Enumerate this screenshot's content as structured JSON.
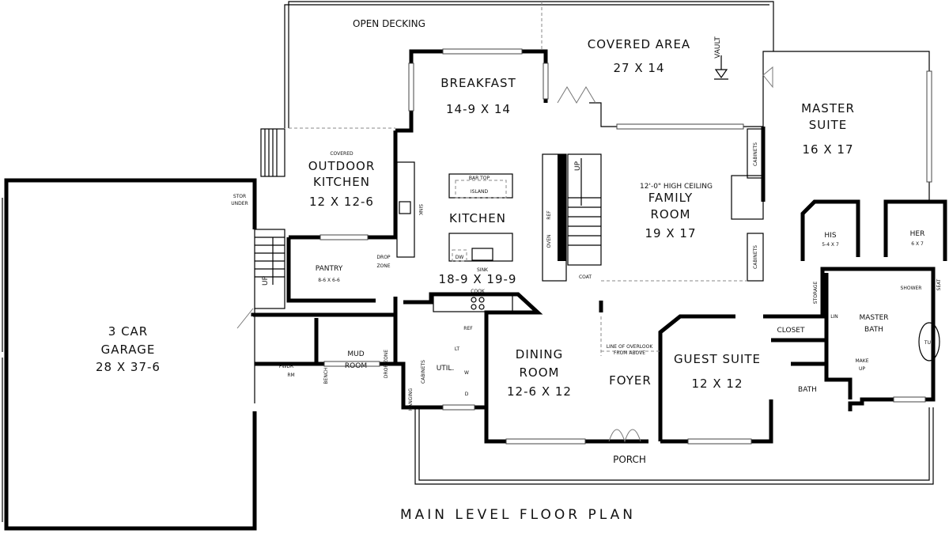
{
  "plan_title": "MAIN LEVEL FLOOR PLAN",
  "rooms": {
    "open_decking": {
      "name": "OPEN DECKING"
    },
    "covered_area": {
      "name": "COVERED AREA",
      "size": "27 X 14",
      "note": "VAULT"
    },
    "breakfast": {
      "name": "BREAKFAST",
      "size": "14-9 X 14"
    },
    "outdoor_kitchen": {
      "line1": "COVERED",
      "line2": "OUTDOOR",
      "line3": "KITCHEN",
      "size": "12 X 12-6"
    },
    "kitchen": {
      "name": "KITCHEN",
      "size": "18-9 X 19-9",
      "bar_top": "BAR TOP",
      "island": "ISLAND",
      "sink": "SINK",
      "dw": "DW",
      "cook": "COOK",
      "outdoor_sink": "SINK"
    },
    "family_room": {
      "note": "12'-0\" HIGH CEILING",
      "line1": "FAMILY",
      "line2": "ROOM",
      "size": "19 X 17",
      "cabinets1": "CABINETS",
      "cabinets2": "CABINETS"
    },
    "master_suite": {
      "line1": "MASTER",
      "line2": "SUITE",
      "size": "16 X 17"
    },
    "his_closet": {
      "name": "HIS",
      "size": "5-4 X 7"
    },
    "her_closet": {
      "name": "HER",
      "size": "6 X 7"
    },
    "master_bath": {
      "line1": "MASTER",
      "line2": "BATH",
      "shower": "SHOWER",
      "seat": "SEAT",
      "tub": "TUB",
      "lin": "LIN",
      "makeup1": "MAKE",
      "makeup2": "UP",
      "storage": "STORAGE"
    },
    "guest_suite": {
      "name": "GUEST SUITE",
      "size": "12 X 12",
      "closet": "CLOSET",
      "bath": "BATH"
    },
    "garage": {
      "line1": "3 CAR",
      "line2": "GARAGE",
      "size": "28 X 37-6"
    },
    "stor_under": {
      "line1": "STOR",
      "line2": "UNDER"
    },
    "pantry": {
      "name": "PANTRY",
      "size": "8-6 X 6-6",
      "drop1": "DROP",
      "drop2": "ZONE"
    },
    "pwdr": {
      "line1": "PWDR",
      "line2": "RM"
    },
    "mud_room": {
      "line1": "MUD",
      "line2": "ROOM",
      "bench": "BENCH",
      "drop_zone": "DROP ZONE"
    },
    "util": {
      "name": "UTIL.",
      "cabinets": "CABINETS",
      "hanging": "HANGING",
      "ref": "REF",
      "lt": "LT",
      "w": "W",
      "d": "D"
    },
    "dining": {
      "line1": "DINING",
      "line2": "ROOM",
      "size": "12-6 X 12"
    },
    "foyer": {
      "name": "FOYER",
      "overlook1": "LINE OF OVERLOOK",
      "overlook2": "FROM ABOVE"
    },
    "porch": {
      "name": "PORCH"
    },
    "stair": {
      "up1": "UP",
      "up2": "UP",
      "ref": "REF",
      "oven": "OVEN",
      "coat": "COAT"
    }
  }
}
